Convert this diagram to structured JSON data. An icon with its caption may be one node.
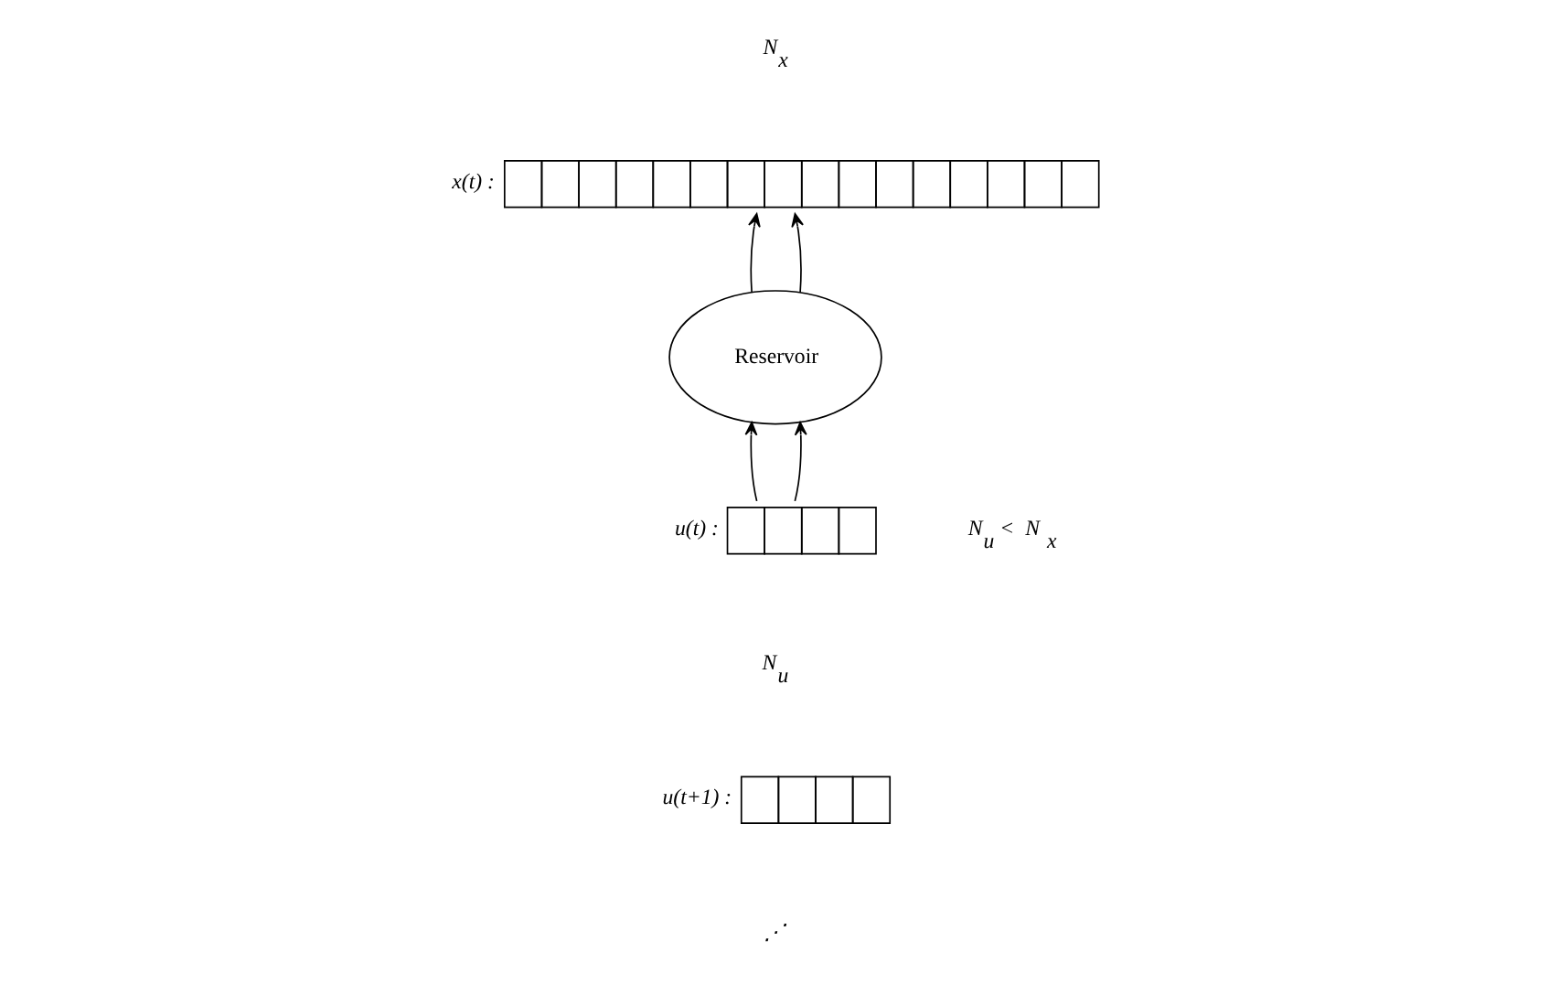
{
  "diagram": {
    "nodes": [
      {
        "text": [],
        "shape": "bar",
        "beside": [
          "x(t) :"
        ]
      },
      {
        "text": [
          "Reservoir"
        ]
      },
      {
        "text": [],
        "shape": "bar",
        "beside": [
          "u(t) :"
        ]
      },
      {
        "text": [],
        "shape": "bar",
        "beside": [
          "u(t+1) :"
        ]
      }
    ],
    "edges": [
      {
        "from": 2,
        "to": 1,
        "arrow": "to"
      },
      {
        "from": 2,
        "to": 1,
        "arrow": "to"
      },
      {
        "from": 1,
        "to": 0,
        "arrow": "to"
      },
      {
        "from": 1,
        "to": 0,
        "arrow": "to"
      }
    ],
    "labels": [
      "N$_{x}$",
      "N$_{u}$",
      "N$_{u}$  <  N$_{x}$",
      "⋰"
    ]
  }
}
